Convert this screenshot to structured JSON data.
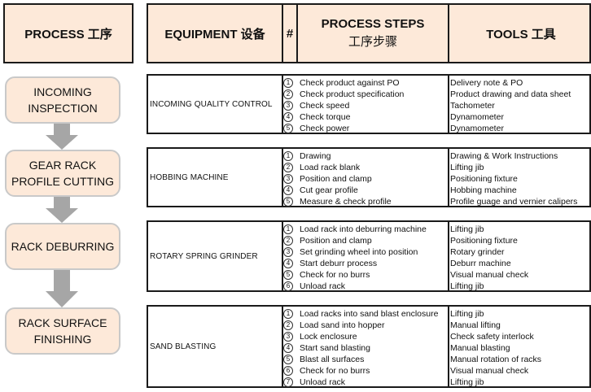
{
  "header": {
    "process": "PROCESS 工序",
    "equipment": "EQUIPMENT 设备",
    "number": "#",
    "steps_title": "PROCESS STEPS",
    "steps_sub": "工序步骤",
    "tools": "TOOLS 工具"
  },
  "processes": [
    {
      "line1": "INCOMING",
      "line2": "INSPECTION"
    },
    {
      "line1": "GEAR RACK",
      "line2": "PROFILE CUTTING"
    },
    {
      "line1": "RACK DEBURRING",
      "line2": ""
    },
    {
      "line1": "RACK SURFACE",
      "line2": "FINISHING"
    }
  ],
  "blocks": [
    {
      "equipment": "INCOMING QUALITY CONTROL",
      "rows": [
        {
          "n": "1",
          "step": "Check product against PO",
          "tool": "Delivery note & PO"
        },
        {
          "n": "2",
          "step": "Check product specification",
          "tool": "Product drawing and data sheet"
        },
        {
          "n": "3",
          "step": "Check speed",
          "tool": "Tachometer"
        },
        {
          "n": "4",
          "step": "Check torque",
          "tool": "Dynamometer"
        },
        {
          "n": "5",
          "step": "Check power",
          "tool": "Dynamometer"
        }
      ]
    },
    {
      "equipment": "HOBBING MACHINE",
      "rows": [
        {
          "n": "1",
          "step": "Drawing",
          "tool": "Drawing & Work Instructions"
        },
        {
          "n": "2",
          "step": "Load rack blank",
          "tool": "Lifting jib"
        },
        {
          "n": "3",
          "step": "Position and clamp",
          "tool": "Positioning fixture"
        },
        {
          "n": "4",
          "step": "Cut gear profile",
          "tool": "Hobbing machine"
        },
        {
          "n": "5",
          "step": "Measure & check profile",
          "tool": "Profile guage and vernier calipers"
        }
      ]
    },
    {
      "equipment": "ROTARY SPRING GRINDER",
      "rows": [
        {
          "n": "1",
          "step": "Load rack into deburring machine",
          "tool": "Lifting jib"
        },
        {
          "n": "2",
          "step": "Position and clamp",
          "tool": "Positioning fixture"
        },
        {
          "n": "3",
          "step": "Set grinding wheel into position",
          "tool": "Rotary grinder"
        },
        {
          "n": "4",
          "step": "Start deburr process",
          "tool": "Deburr machine"
        },
        {
          "n": "5",
          "step": "Check for no burrs",
          "tool": "Visual manual check"
        },
        {
          "n": "6",
          "step": "Unload rack",
          "tool": "Lifting jib"
        }
      ]
    },
    {
      "equipment": "SAND BLASTING",
      "rows": [
        {
          "n": "1",
          "step": "Load racks into sand blast enclosure",
          "tool": "Lifting jib"
        },
        {
          "n": "2",
          "step": "Load sand into hopper",
          "tool": "Manual lifting"
        },
        {
          "n": "3",
          "step": "Lock enclosure",
          "tool": "Check safety interlock"
        },
        {
          "n": "4",
          "step": "Start sand blasting",
          "tool": "Manual blasting"
        },
        {
          "n": "5",
          "step": "Blast all surfaces",
          "tool": "Manual rotation of racks"
        },
        {
          "n": "6",
          "step": "Check for no burrs",
          "tool": "Visual manual check"
        },
        {
          "n": "7",
          "step": "Unload rack",
          "tool": "Lifting jib"
        }
      ]
    }
  ]
}
